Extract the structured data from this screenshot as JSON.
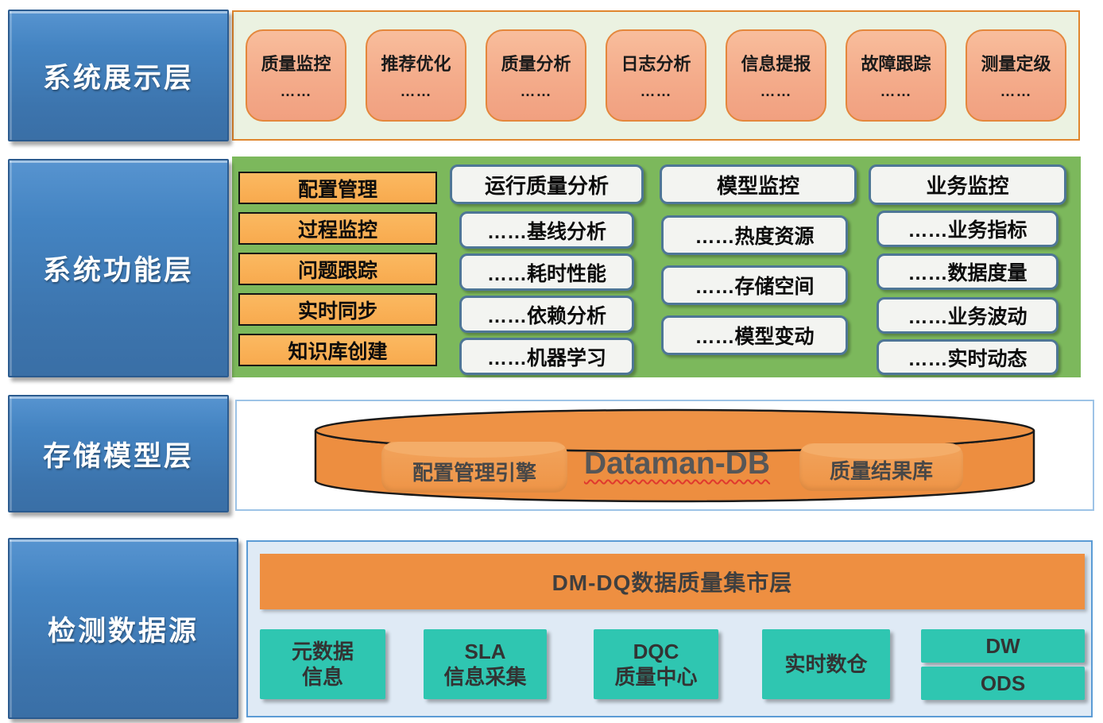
{
  "colors": {
    "layer_label_blue": "#4484c2",
    "display_panel_bg": "#ebf2e1",
    "display_panel_border": "#e0862e",
    "display_item_bg": "#f4ab8a",
    "function_panel_bg": "#7cb85c",
    "module_box_bg": "#f8aa4e",
    "white_box_border": "#4e7696",
    "storage_panel_border": "#9dc3e6",
    "cylinder_orange": "#ed8e40",
    "source_panel_bg": "#dfeaf5",
    "source_panel_border": "#5b9bd5",
    "mart_bar_bg": "#ee8f41",
    "teal_box_bg": "#2fc6b1"
  },
  "layers": {
    "display": {
      "label": "系统展示层",
      "items": [
        {
          "title": "质量监控",
          "dots": "……"
        },
        {
          "title": "推荐优化",
          "dots": "……"
        },
        {
          "title": "质量分析",
          "dots": "……"
        },
        {
          "title": "日志分析",
          "dots": "……"
        },
        {
          "title": "信息提报",
          "dots": "……"
        },
        {
          "title": "故障跟踪",
          "dots": "……"
        },
        {
          "title": "测量定级",
          "dots": "……"
        }
      ]
    },
    "function": {
      "label": "系统功能层",
      "modules": [
        "配置管理",
        "过程监控",
        "问题跟踪",
        "实时同步",
        "知识库创建"
      ],
      "columns": [
        {
          "header": "运行质量分析",
          "items": [
            "……基线分析",
            "……耗时性能",
            "……依赖分析",
            "……机器学习"
          ]
        },
        {
          "header": "模型监控",
          "items": [
            "……热度资源",
            "……存储空间",
            "……模型变动"
          ]
        },
        {
          "header": "业务监控",
          "items": [
            "……业务指标",
            "……数据度量",
            "……业务波动",
            "……实时动态"
          ]
        }
      ]
    },
    "storage": {
      "label": "存储模型层",
      "db_name": "Dataman-DB",
      "engine_left": "配置管理引擎",
      "engine_right": "质量结果库"
    },
    "source": {
      "label": "检测数据源",
      "mart": "DM-DQ数据质量集市层",
      "boxes": [
        {
          "line1": "元数据",
          "line2": "信息"
        },
        {
          "line1": "SLA",
          "line2": "信息采集"
        },
        {
          "line1": "DQC",
          "line2": "质量中心"
        },
        {
          "line1": "实时数仓"
        }
      ],
      "dw": "DW",
      "ods": "ODS"
    }
  }
}
